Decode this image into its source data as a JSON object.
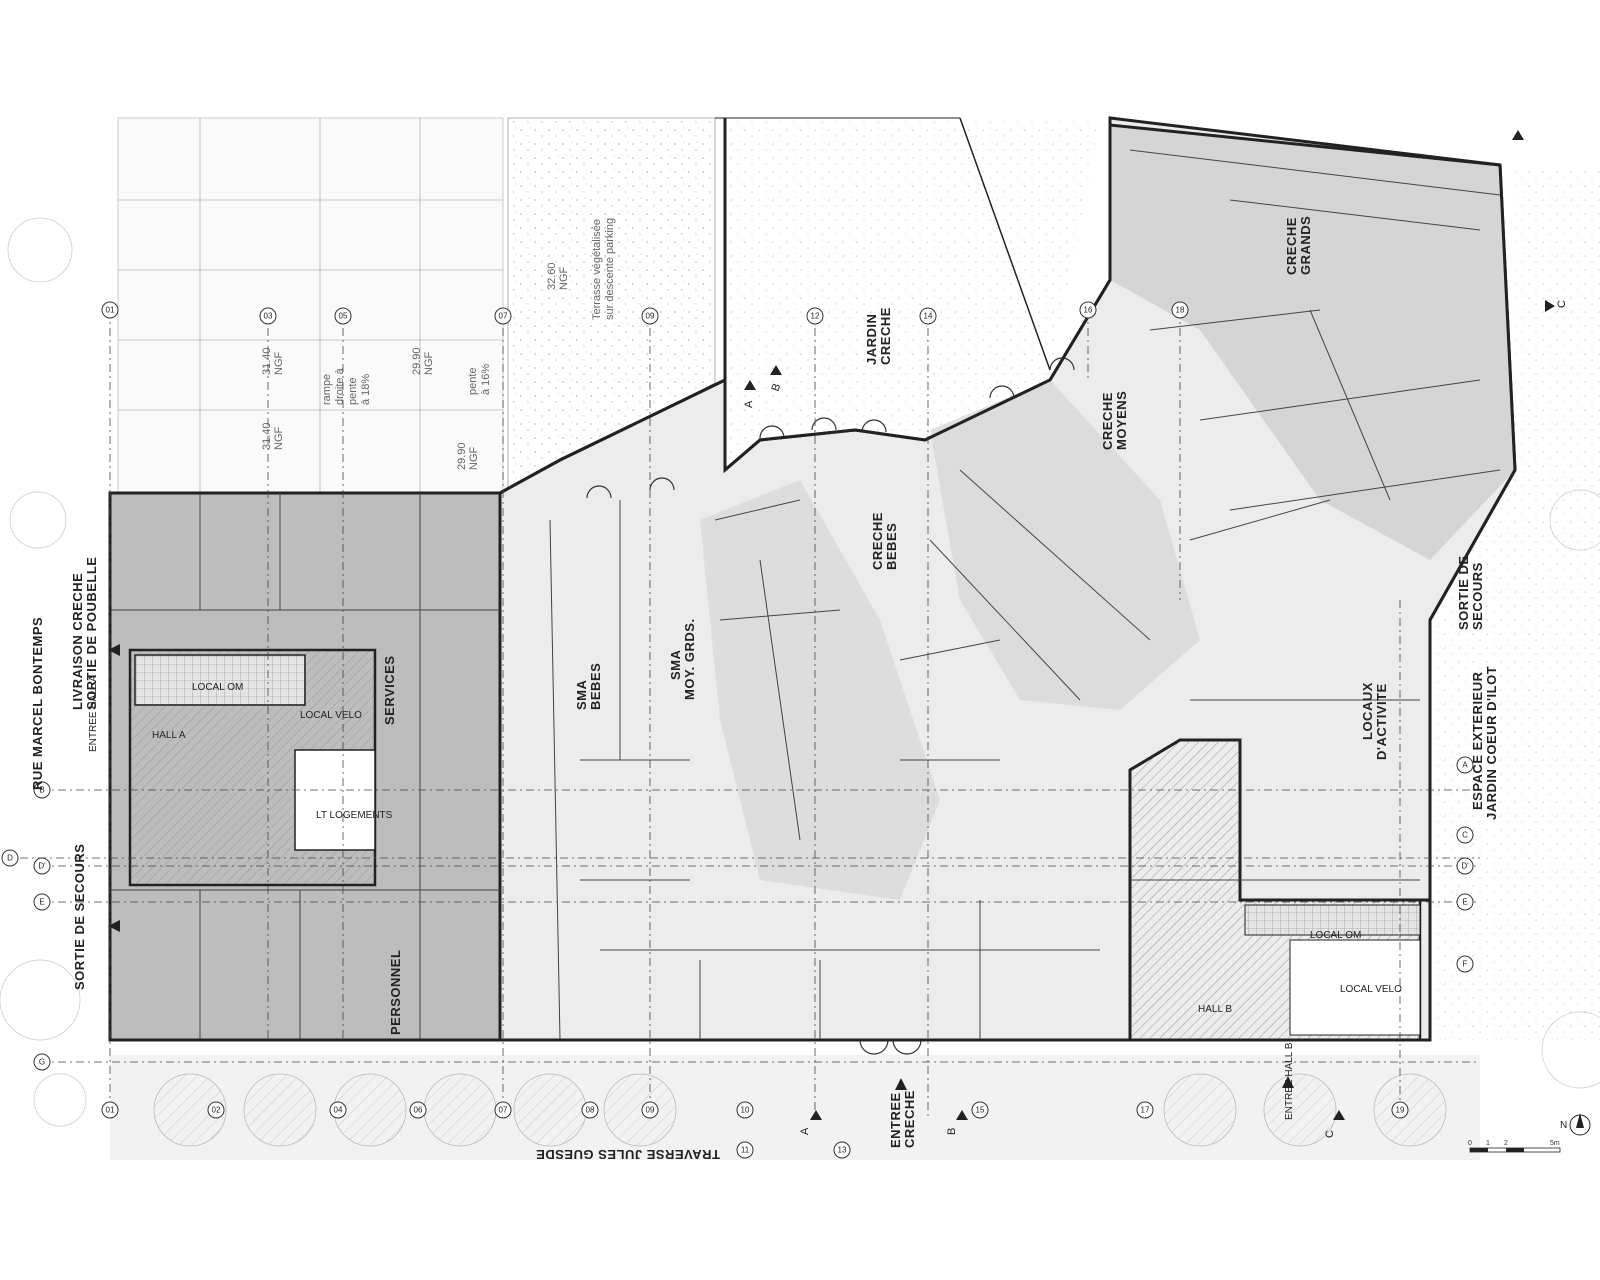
{
  "streets": {
    "west": "RUE MARCEL BONTEMPS",
    "south": "TRAVERSE JULES GUESDE"
  },
  "rooms": {
    "livraison": "LIVRAISON CRECHE",
    "sortie_poubelle": "SORTIE DE POUBELLE",
    "entree_hall_a": "ENTREE HALL A",
    "local_om_a": "LOCAL OM",
    "hall_a": "HALL A",
    "local_velo_a": "LOCAL VELO",
    "services": "SERVICES",
    "lt_logements": "LT LOGEMENTS",
    "sortie_secours_w": "SORTIE DE SECOURS",
    "personnel": "PERSONNEL",
    "sma_bebes_1": "SMA",
    "sma_bebes_2": "BEBES",
    "sma_moy_1": "SMA",
    "sma_moy_2": "MOY. GRDS.",
    "jardin_1": "JARDIN",
    "jardin_2": "CRECHE",
    "creche_bebes_1": "CRECHE",
    "creche_bebes_2": "BEBES",
    "creche_moyens_1": "CRECHE",
    "creche_moyens_2": "MOYENS",
    "creche_grands_1": "CRECHE",
    "creche_grands_2": "GRANDS",
    "locaux_1": "LOCAUX",
    "locaux_2": "D'ACTIVITE",
    "sortie_secours_e_1": "SORTIE DE",
    "sortie_secours_e_2": "SECOURS",
    "espace_1": "ESPACE EXTERIEUR",
    "espace_2": "JARDIN COEUR D'ILOT",
    "entree_creche_1": "ENTREE",
    "entree_creche_2": "CRECHE",
    "entree_hall_b": "ENTREE HALL B",
    "local_om_b": "LOCAL OM",
    "hall_b": "HALL B",
    "local_velo_b": "LOCAL VELO",
    "terrasse_1": "Terrasse végétalisée",
    "terrasse_2": "sur descente parking",
    "rampe_1": "rampe",
    "rampe_2": "droite à",
    "rampe_3": "pente",
    "rampe_4": "à 18%",
    "pente_1": "pente",
    "pente_2": "à 16%",
    "ngf_1": "31.40",
    "ngf_2": "NGF",
    "ngf_3": "29.90",
    "ngf_4": "NGF",
    "ngf_5": "31.40",
    "ngf_6": "NGF",
    "ngf_7": "29.90",
    "ngf_8": "NGF",
    "ngf_9": "32.60",
    "ngf_10": "NGF"
  },
  "grid_top": [
    "01",
    "03",
    "05",
    "07",
    "09",
    "12",
    "14",
    "16",
    "18"
  ],
  "grid_bottom": [
    "01",
    "02",
    "04",
    "06",
    "07",
    "08",
    "09",
    "10",
    "11",
    "13",
    "15",
    "17",
    "19"
  ],
  "grid_left": [
    "B",
    "D",
    "D'",
    "E",
    "G"
  ],
  "grid_right": [
    "A",
    "C",
    "D'",
    "E",
    "F"
  ],
  "section_marks": [
    "A",
    "A",
    "B",
    "B",
    "C",
    "C"
  ],
  "scale": {
    "ticks": [
      "0",
      "1",
      "2",
      "5m"
    ],
    "north": "N"
  },
  "colors": {
    "ink": "#222222",
    "shade_dark": "#bdbdbd",
    "shade_mid": "#d8d8d8",
    "shade_light": "#ececec",
    "hatch": "#9a9a9a"
  }
}
